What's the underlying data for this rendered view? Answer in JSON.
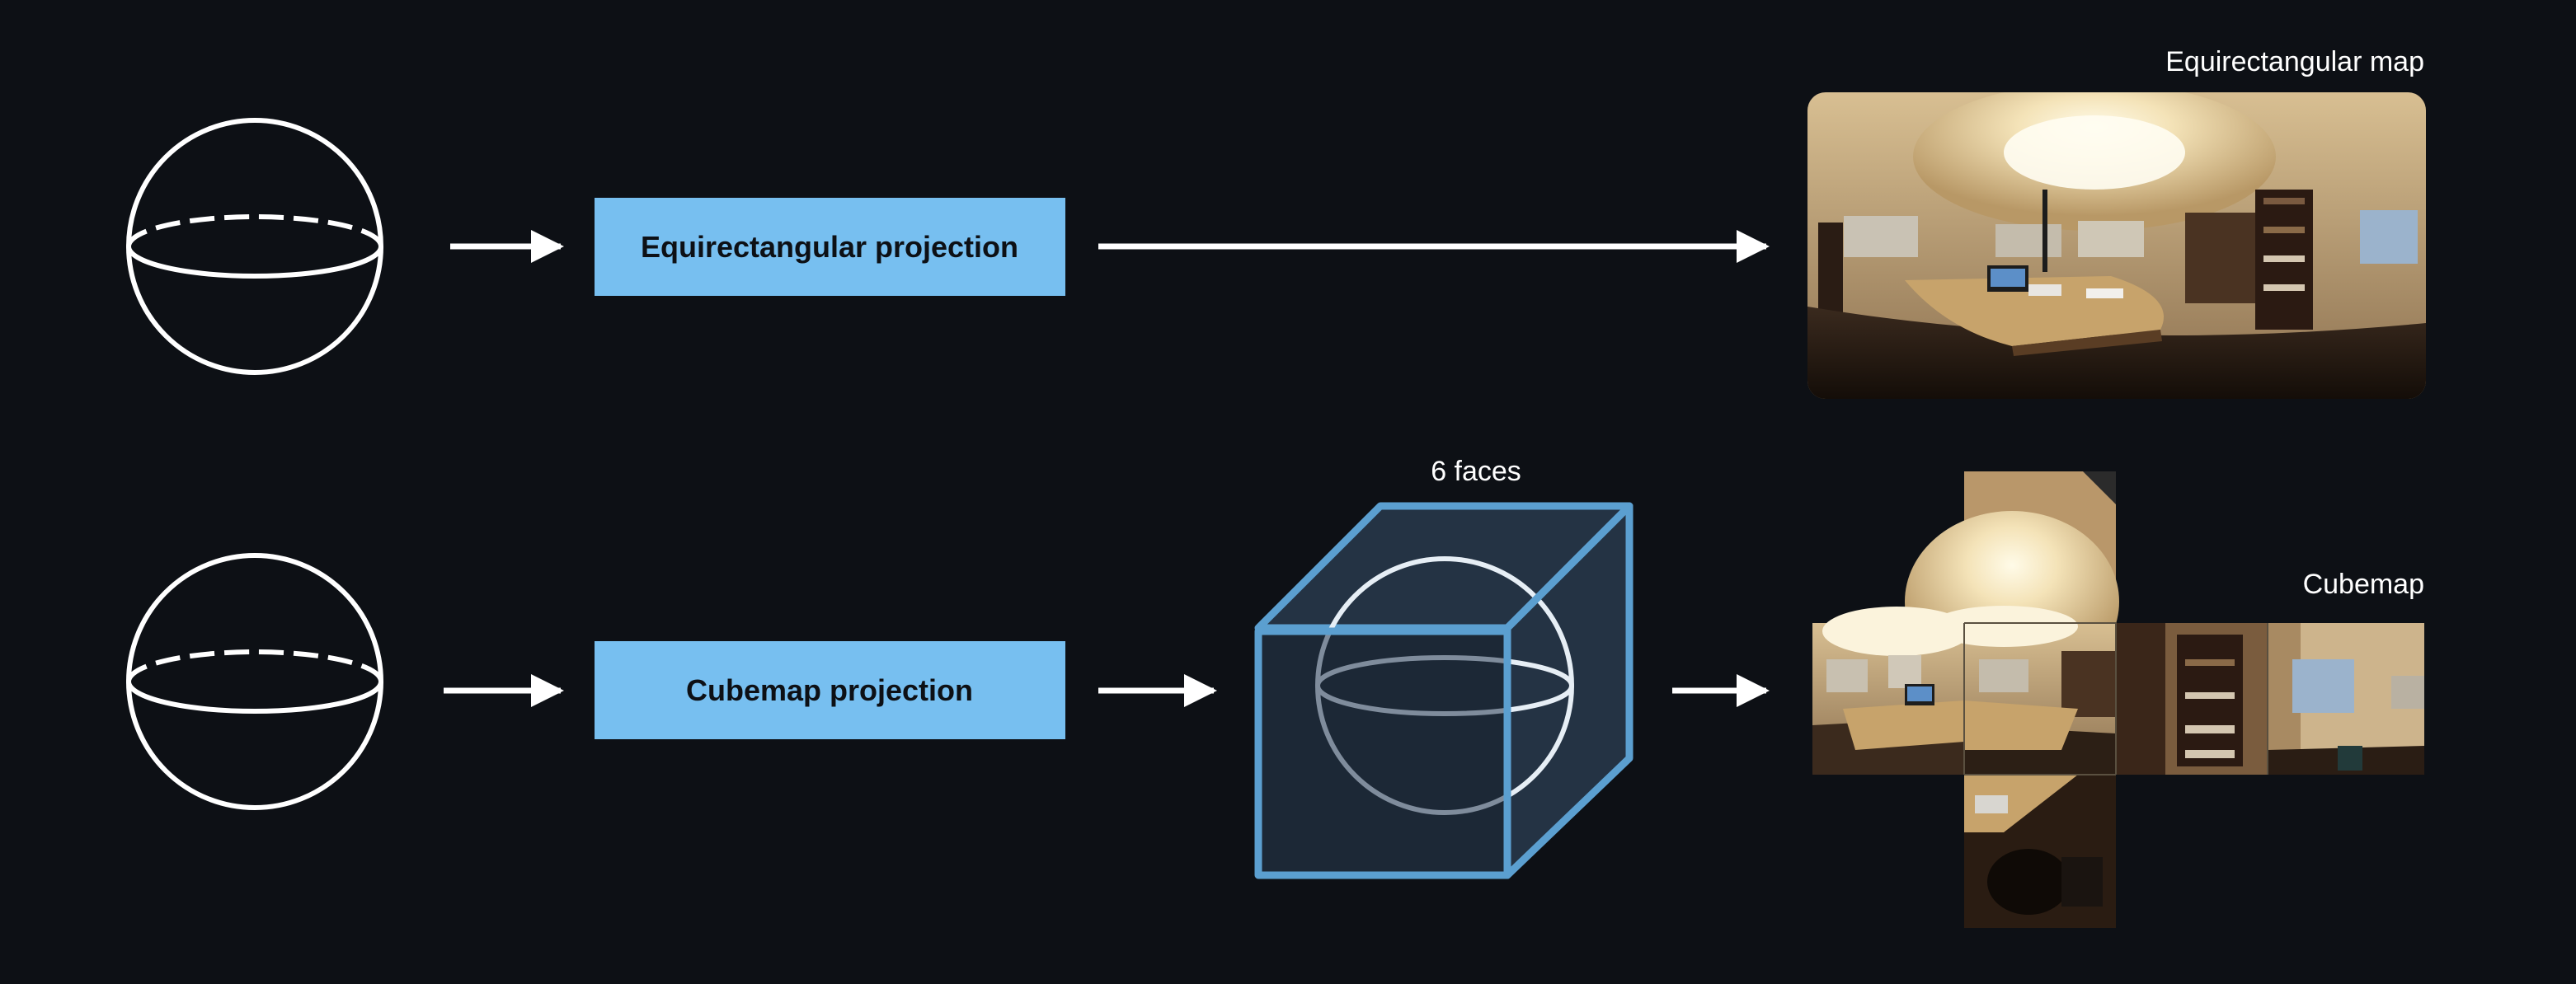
{
  "diagram": {
    "rows": [
      {
        "id": "equirectangular",
        "process_label": "Equirectangular projection",
        "output_label": "Equirectangular map"
      },
      {
        "id": "cubemap",
        "process_label": "Cubemap projection",
        "intermediate_label": "6 faces",
        "output_label": "Cubemap"
      }
    ]
  },
  "colors": {
    "background": "#0d1015",
    "process_box": "#77bff0",
    "cube_fill": "#243344",
    "cube_stroke": "#5b9fd0",
    "arrow": "#ffffff",
    "sphere_stroke": "#ffffff"
  },
  "icons": {
    "input": "sphere-icon",
    "cube": "cube-with-sphere-icon",
    "output_1": "equirectangular-panorama-image",
    "output_2": "cubemap-cross-image"
  }
}
